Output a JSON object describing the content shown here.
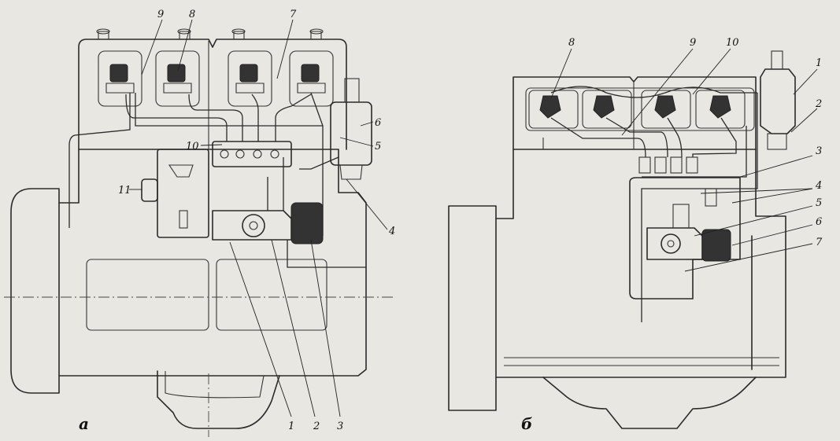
{
  "panels": [
    {
      "id": "a",
      "letter": "а",
      "callouts": [
        "9",
        "8",
        "7",
        "10",
        "6",
        "5",
        "11",
        "4",
        "1",
        "2",
        "3"
      ]
    },
    {
      "id": "b",
      "letter": "б",
      "callouts": [
        "8",
        "9",
        "10",
        "1",
        "2",
        "3",
        "4",
        "5",
        "6",
        "7"
      ]
    }
  ]
}
